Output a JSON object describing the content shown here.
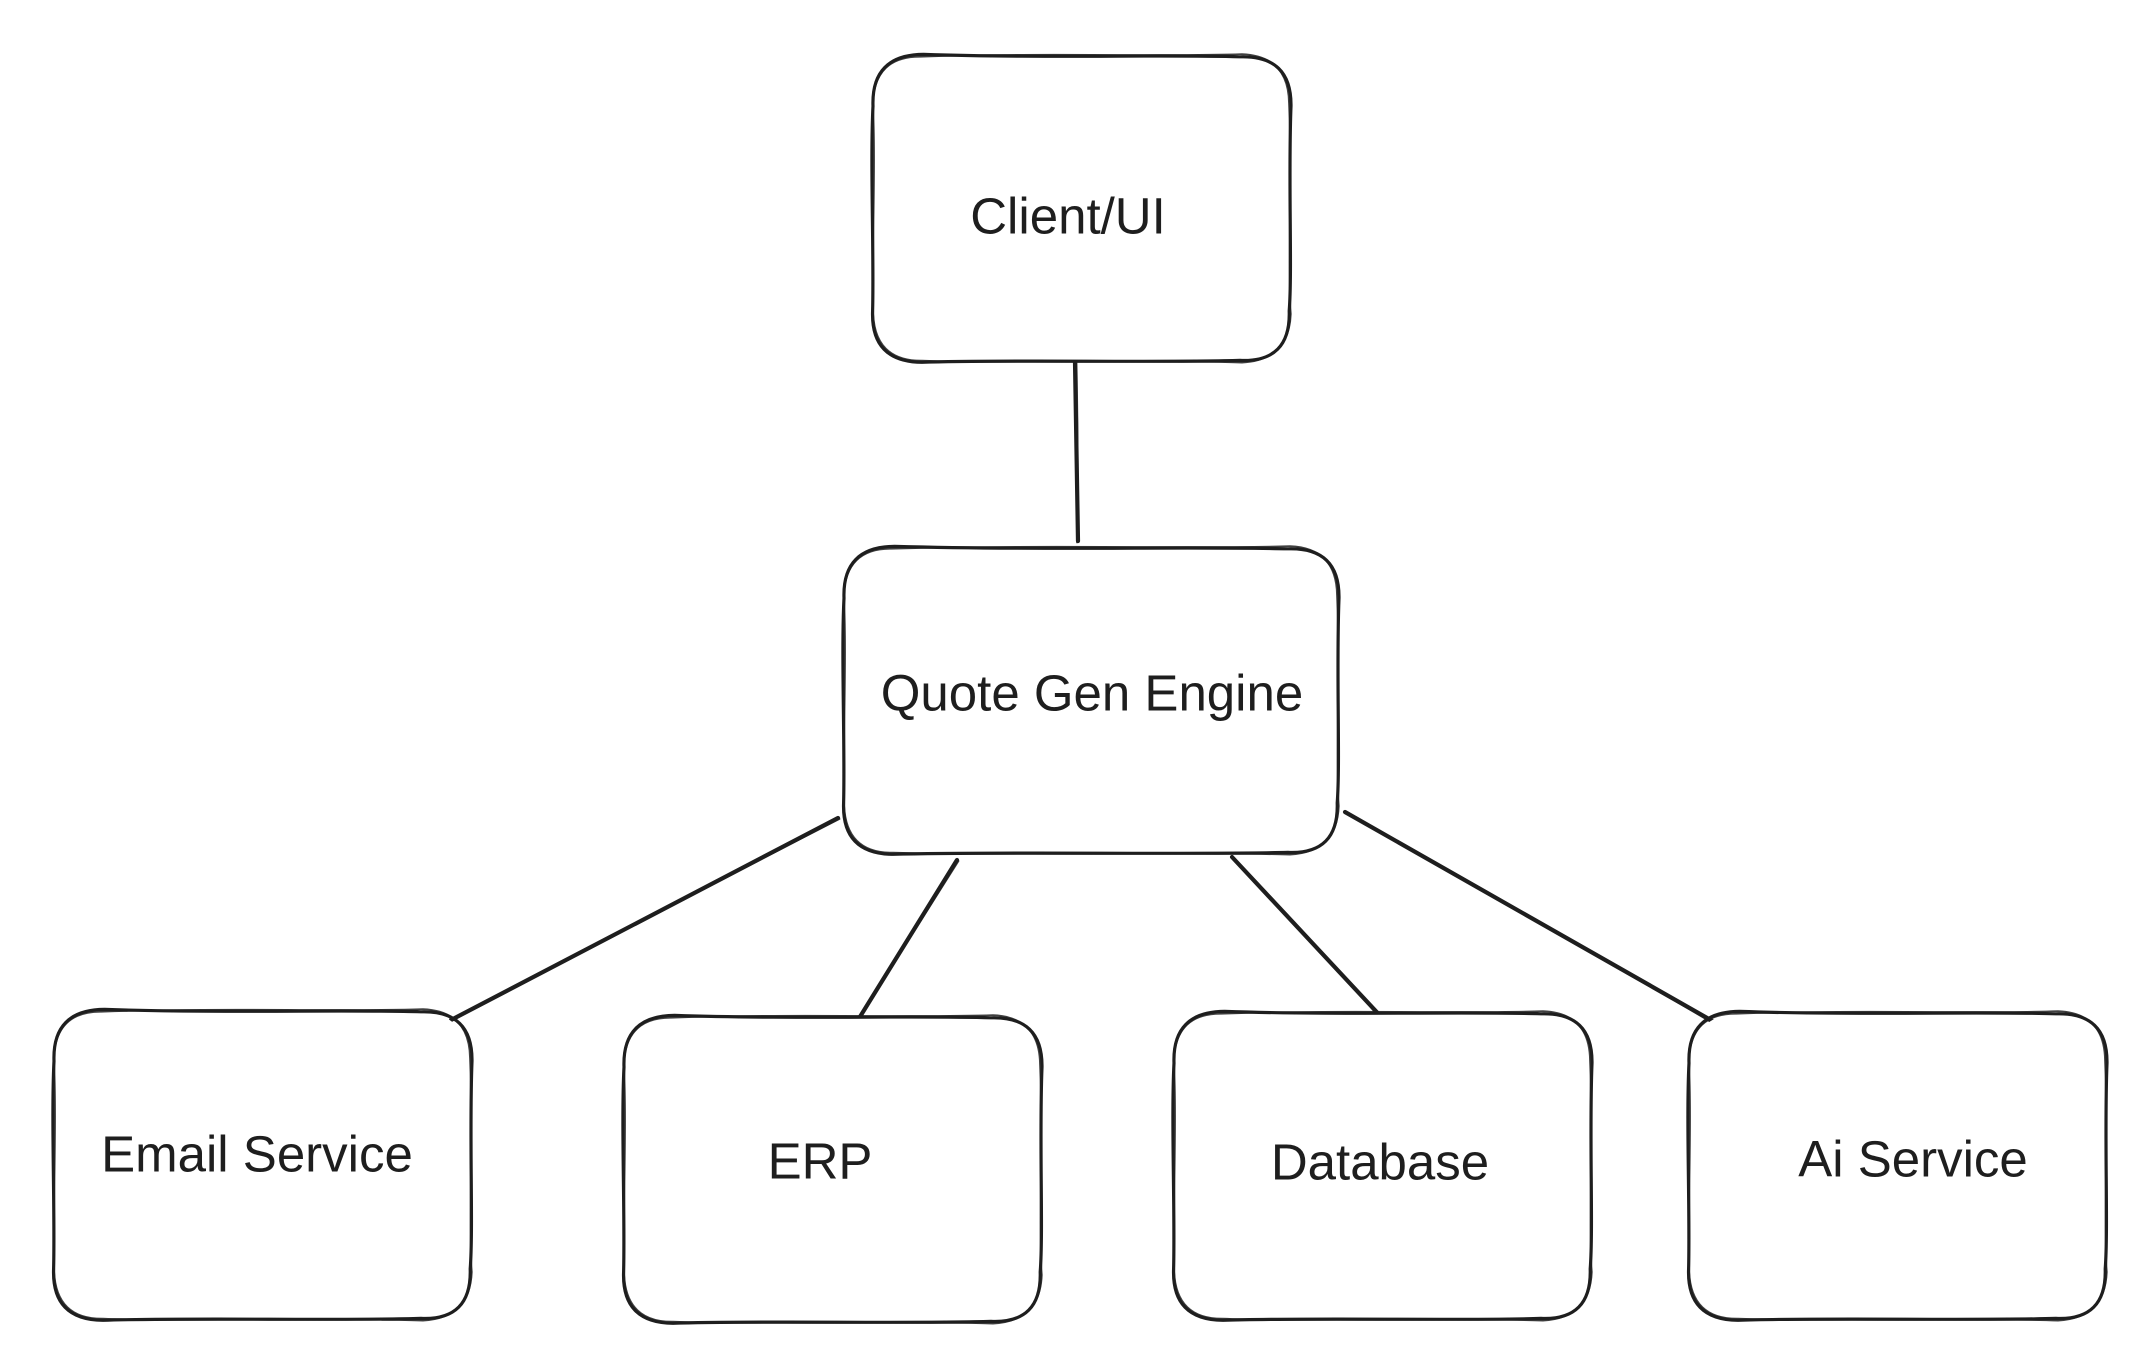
{
  "diagram": {
    "nodes": [
      {
        "id": "client",
        "label": "Client/UI"
      },
      {
        "id": "engine",
        "label": "Quote Gen Engine"
      },
      {
        "id": "email",
        "label": "Email Service"
      },
      {
        "id": "erp",
        "label": "ERP"
      },
      {
        "id": "database",
        "label": "Database"
      },
      {
        "id": "ai",
        "label": "Ai Service"
      }
    ],
    "edges": [
      {
        "from": "client",
        "to": "engine"
      },
      {
        "from": "engine",
        "to": "email"
      },
      {
        "from": "engine",
        "to": "erp"
      },
      {
        "from": "engine",
        "to": "database"
      },
      {
        "from": "engine",
        "to": "ai"
      }
    ],
    "stroke_color": "#1e1e1e",
    "background_color": "#ffffff"
  }
}
